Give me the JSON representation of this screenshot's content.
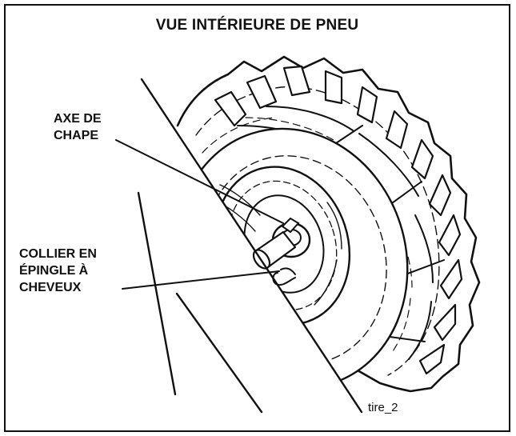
{
  "figure": {
    "title": "VUE INTÉRIEURE DE PNEU",
    "reference": "tire_2"
  },
  "callouts": {
    "clevis_pin": {
      "lines": [
        "AXE DE",
        "CHAPE"
      ]
    },
    "hairpin_clip": {
      "lines": [
        "COLLIER EN",
        "ÉPINGLE À",
        "CHEVEUX"
      ]
    }
  },
  "colors": {
    "ink": "#111111",
    "background": "#ffffff"
  }
}
